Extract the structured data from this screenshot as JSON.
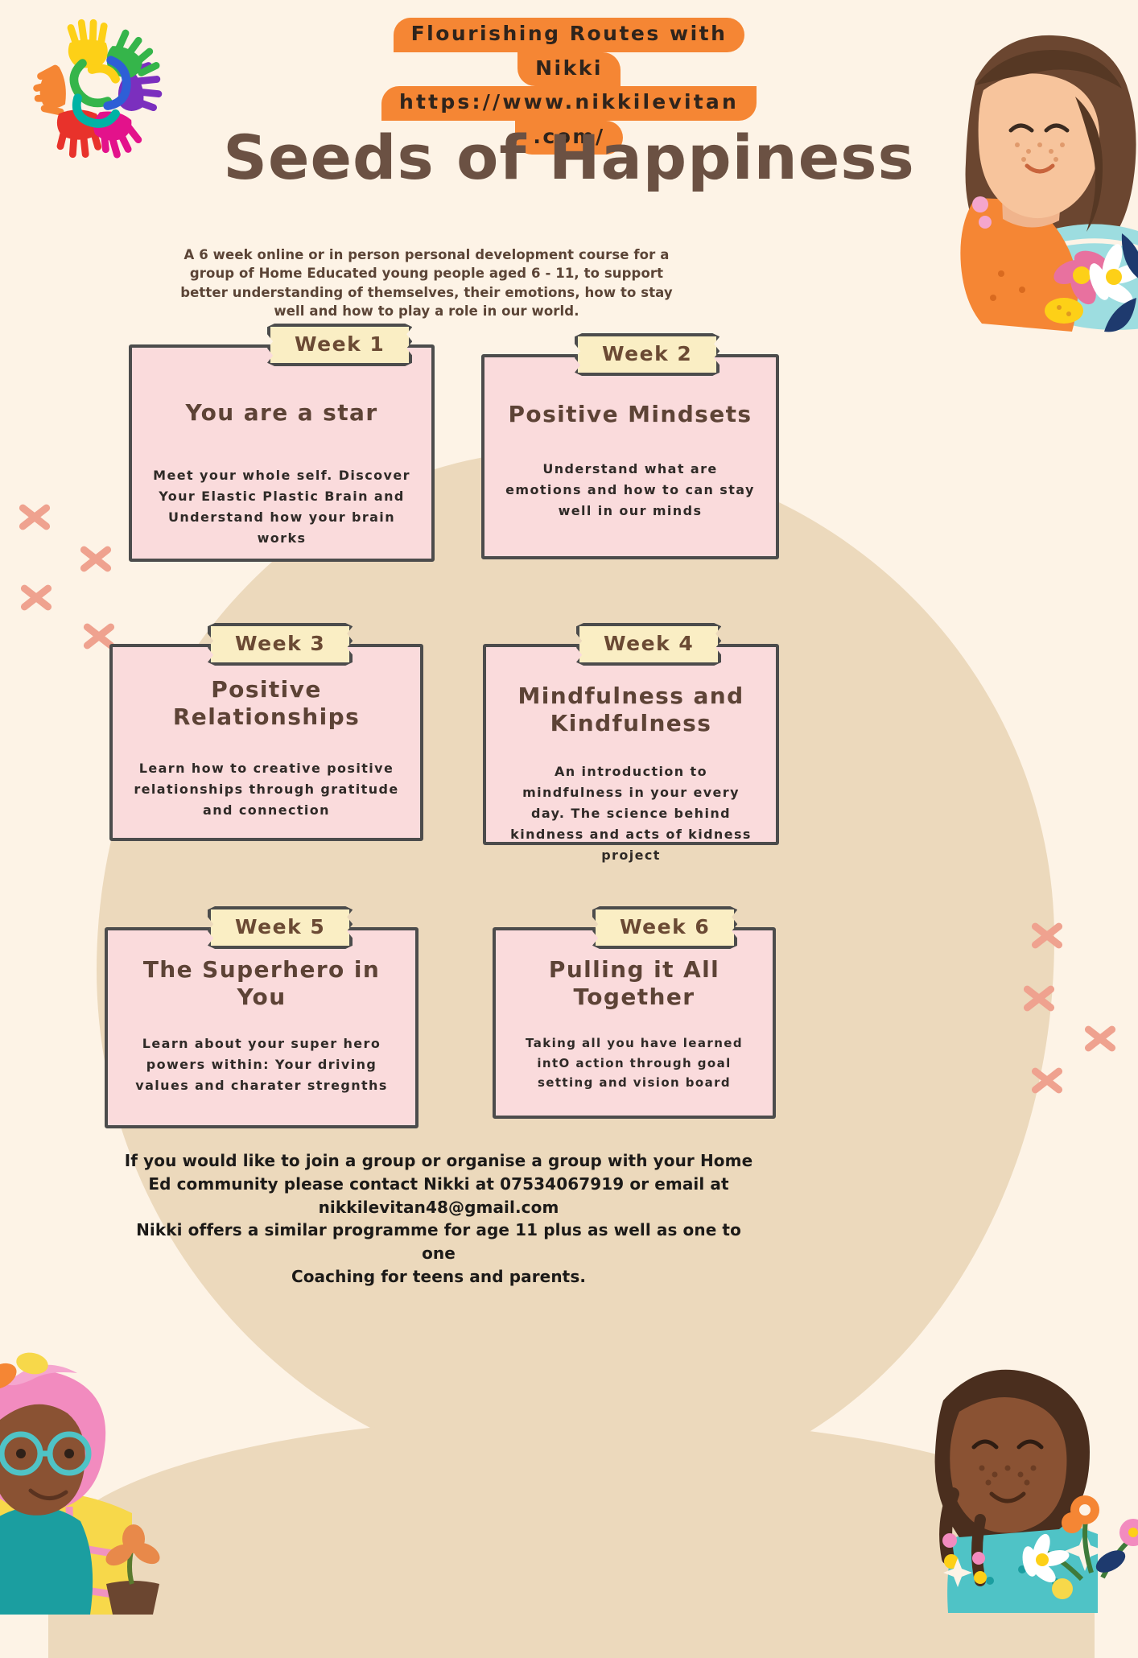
{
  "brand": {
    "logo_name": "colorful-hands-circle-logo",
    "ribbon": {
      "line1": "Flourishing Routes with",
      "line2": "Nikki",
      "line3": "https://www.nikkilevitan",
      "line4": ".com/"
    },
    "accent_orange": "#f58634",
    "brown": "#6b5143",
    "card_pink": "#fadbdc",
    "tab_cream": "#faeec4",
    "outline": "#4c4c4c",
    "page_bg": "#fdf3e6",
    "blob_beige": "#ecd9bc"
  },
  "title": "Seeds of Happiness",
  "intro": "A 6 week online or in person personal development course for a group of Home Educated young people aged 6 - 11, to support better understanding of themselves, their emotions, how to stay well and how to play a role in our world.",
  "weeks": [
    {
      "tab": "Week 1",
      "heading": "You are a star",
      "body": "Meet your whole self. Discover  Your Elastic Plastic Brain and  Understand how your brain works"
    },
    {
      "tab": "Week 2",
      "heading": "Positive Mindsets",
      "body": "Understand what are emotions and how to can stay well in our minds"
    },
    {
      "tab": "Week 3",
      "heading": "Positive Relationships",
      "body": "Learn how to creative positive relationships through gratitude and connection"
    },
    {
      "tab": "Week 4",
      "heading": "Mindfulness and Kindfulness",
      "body": "An introduction to mindfulness in your every day. The science behind kindness and acts of kidness project"
    },
    {
      "tab": "Week 5",
      "heading": "The Superhero in You",
      "body": "Learn about your super hero powers within: Your driving values and charater stregnths"
    },
    {
      "tab": "Week 6",
      "heading": "Pulling it All Together",
      "body": "Taking all you have learned intO action through goal setting and vision board"
    }
  ],
  "footer": {
    "line1": "If you would like to join a group or organise a group with your Home",
    "line2": "Ed community please contact Nikki at 07534067919 or email at",
    "line3": "nikkilevitan48@gmail.com",
    "line4": "Nikki offers a similar programme for age 11 plus as well as one to one",
    "line5": "Coaching for teens and parents."
  }
}
